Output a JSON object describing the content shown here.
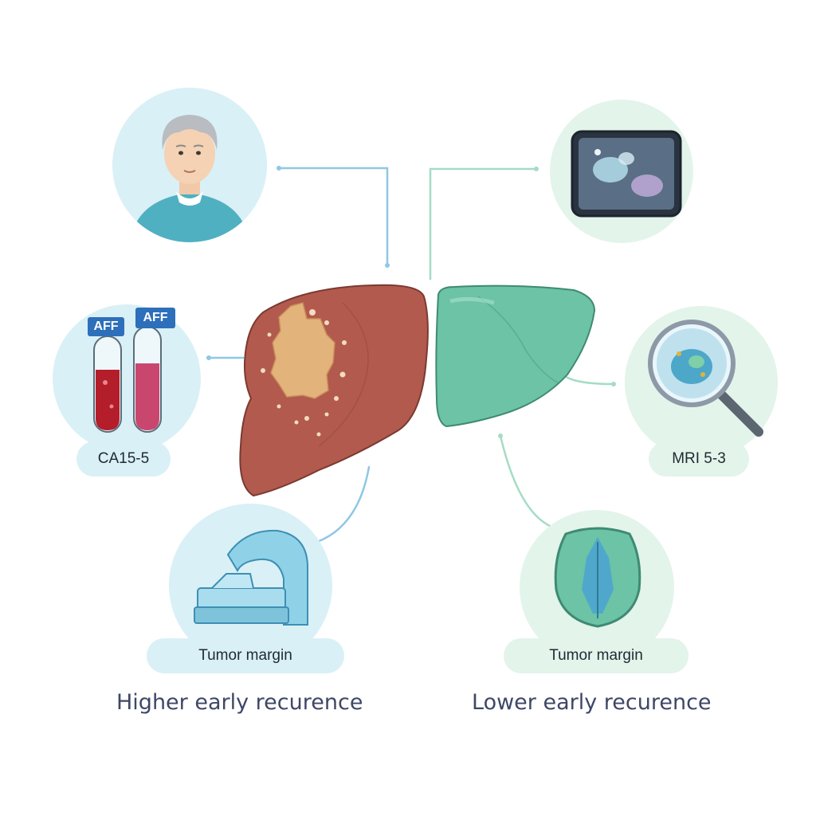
{
  "left_panel": {
    "tube_labels": [
      "AFF",
      "AFF"
    ],
    "marker_label": "CA15-5",
    "margin_label": "Tumor margin",
    "caption": "Higher early recurence"
  },
  "right_panel": {
    "mri_label": "MRI 5-3",
    "margin_label": "Tumor margin",
    "caption": "Lower early recurence"
  },
  "colors": {
    "blue_bg": "#dcf1f7",
    "green_bg": "#e3f4ea",
    "diseased_liver": "#b25a4e",
    "healthy_liver": "#6cc3a5",
    "tumor": "#e2b37a",
    "connector_blue": "#8fc8e4",
    "connector_green": "#a5dcc4",
    "caption_text": "#3e4767"
  },
  "icons": [
    "patient-icon",
    "blood-tube-icon",
    "mri-scanner-icon",
    "ct-scan-screen-icon",
    "magnifier-icon",
    "liver-cross-section-icon"
  ]
}
